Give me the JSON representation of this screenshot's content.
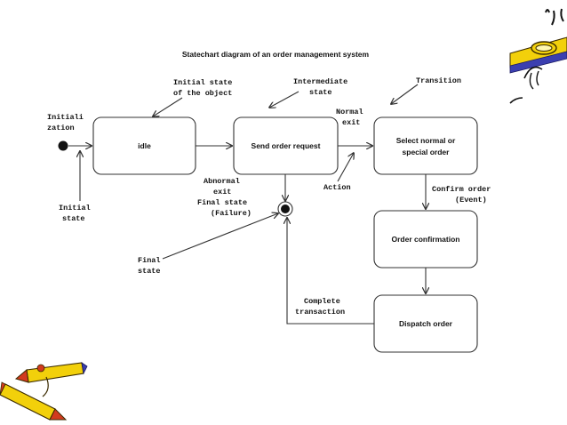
{
  "title": "Statechart diagram of an order management system",
  "states": {
    "idle": "idle",
    "send_order": "Send order request",
    "select_order": [
      "Select normal or",
      "special order"
    ],
    "order_confirmation": "Order confirmation",
    "dispatch_order": "Dispatch order"
  },
  "annotations": {
    "initialization": [
      "Initiali",
      "zation"
    ],
    "initial_state": [
      "Initial",
      "state"
    ],
    "initial_state_object": [
      "Initial state",
      "of the object"
    ],
    "intermediate_state": [
      "Intermediate",
      "state"
    ],
    "transition": "Transition",
    "normal_exit": [
      "Normal",
      "exit"
    ],
    "abnormal_exit": [
      "Abnormal",
      "exit"
    ],
    "final_state_failure": [
      "Final state",
      "(Failure)"
    ],
    "action": "Action",
    "confirm_order": [
      "Confirm order",
      "(Event)"
    ],
    "final_state": [
      "Final",
      "state"
    ],
    "complete_transaction": [
      "Complete",
      "transaction"
    ]
  },
  "colors": {
    "pencil_yellow": "#f2d00b",
    "pencil_red": "#d23a1e",
    "pencil_blue": "#3b3fb0",
    "stroke": "#333333"
  }
}
